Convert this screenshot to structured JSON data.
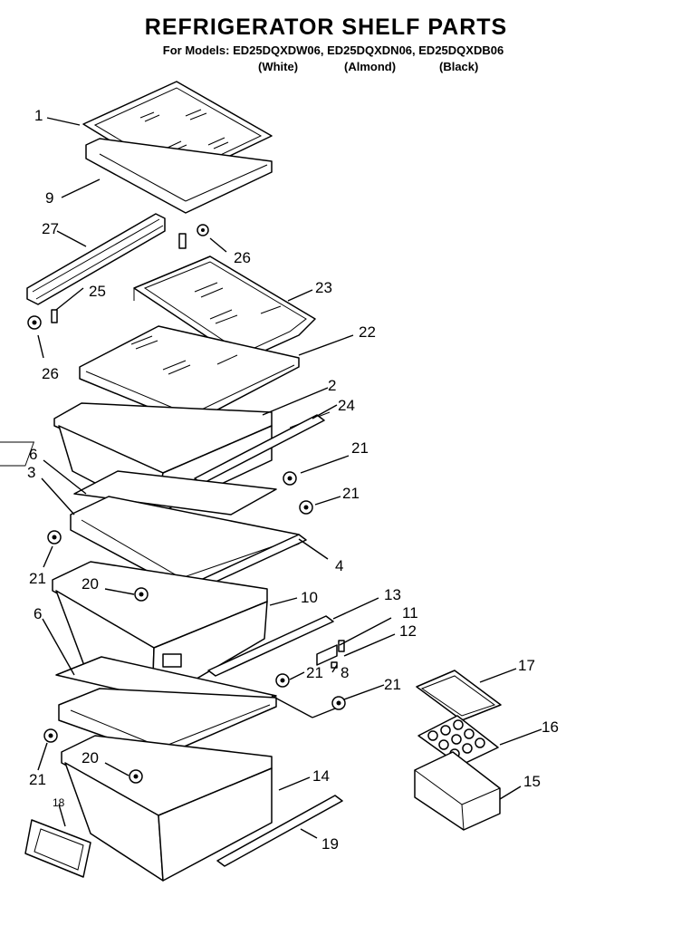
{
  "header": {
    "title": "REFRIGERATOR SHELF PARTS",
    "models": "For Models: ED25DQXDW06, ED25DQXDN06, ED25DQXDB06",
    "colors": [
      "(White)",
      "(Almond)",
      "(Black)"
    ]
  },
  "callouts": [
    "1",
    "9",
    "27",
    "26",
    "25",
    "23",
    "26",
    "22",
    "2",
    "24",
    "6",
    "21",
    "3",
    "21",
    "21",
    "4",
    "20",
    "10",
    "13",
    "11",
    "12",
    "6",
    "8",
    "21",
    "21",
    "17",
    "16",
    "21",
    "20",
    "14",
    "15",
    "18",
    "19"
  ]
}
